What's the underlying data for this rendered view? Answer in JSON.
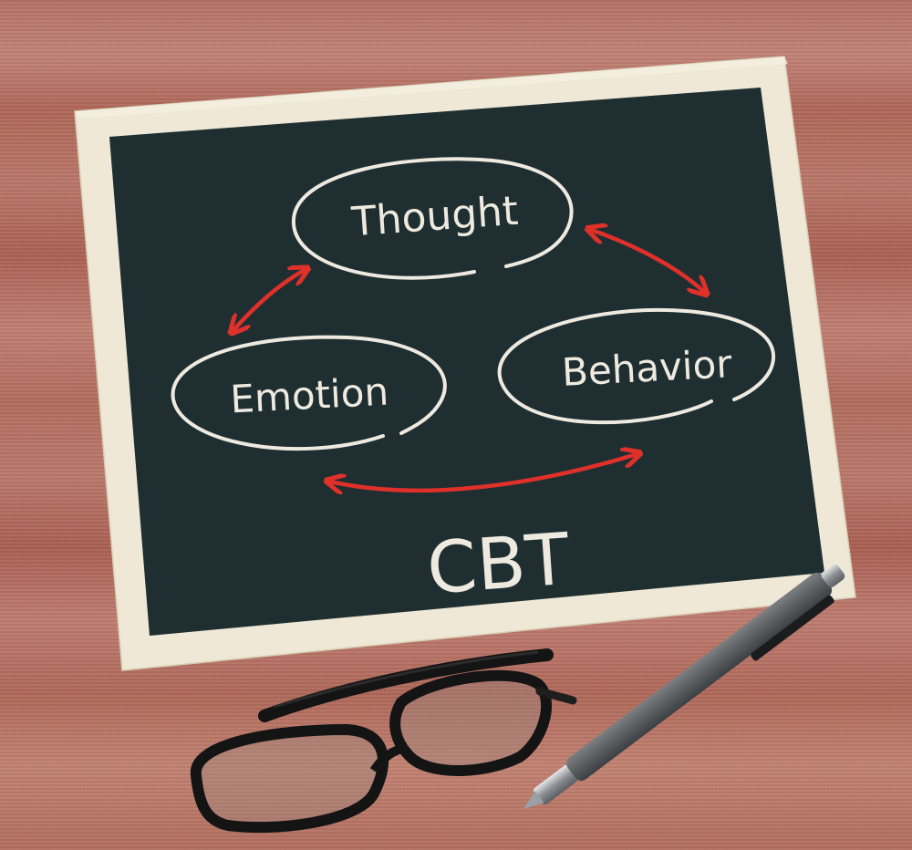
{
  "scene": {
    "description": "Chalkboard with CBT cognitive triangle diagram on a reddish wooden table, with eyeglasses and a pen",
    "colors": {
      "table": "#b0685a",
      "frame": "#efe8d6",
      "board": "#1c2a2c",
      "chalk": "#eeeae0",
      "arrow": "#e0302a",
      "pen": "#5d6163"
    }
  },
  "board": {
    "nodes": [
      {
        "id": "thought",
        "label": "Thought"
      },
      {
        "id": "emotion",
        "label": "Emotion"
      },
      {
        "id": "behavior",
        "label": "Behavior"
      }
    ],
    "title": "CBT",
    "arrows": [
      {
        "from": "thought",
        "to": "behavior",
        "direction": "bidirectional"
      },
      {
        "from": "emotion",
        "to": "thought",
        "direction": "bidirectional"
      },
      {
        "from": "emotion",
        "to": "behavior",
        "direction": "bidirectional"
      }
    ]
  },
  "objects": {
    "glasses": "eyeglasses",
    "pen": "ballpoint pen"
  }
}
